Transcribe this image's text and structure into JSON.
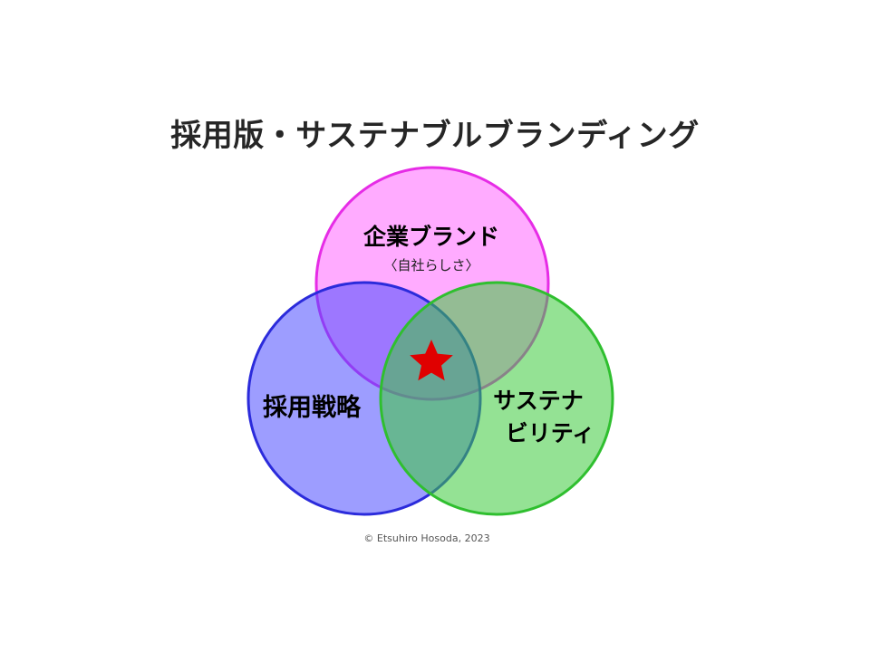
{
  "title": "採用版・サステナブルブランディング",
  "circles": [
    {
      "id": "brand",
      "label_lines": [
        "企業ブランド"
      ],
      "sublabel": "〈自社らしさ〉",
      "fill": "#FF66FF",
      "stroke": "#E62CE6"
    },
    {
      "id": "recruit",
      "label_lines": [
        "採用戦略"
      ],
      "fill": "#4D4DFF",
      "stroke": "#2B2BDB"
    },
    {
      "id": "sustain",
      "label_lines": [
        "サステナ",
        "ビリティ"
      ],
      "fill": "#3CCB3C",
      "stroke": "#2FBF2F"
    }
  ],
  "center_marker": {
    "icon": "star-icon",
    "color": "#E00000"
  },
  "copyright": "© Etsuhiro Hosoda, 2023"
}
